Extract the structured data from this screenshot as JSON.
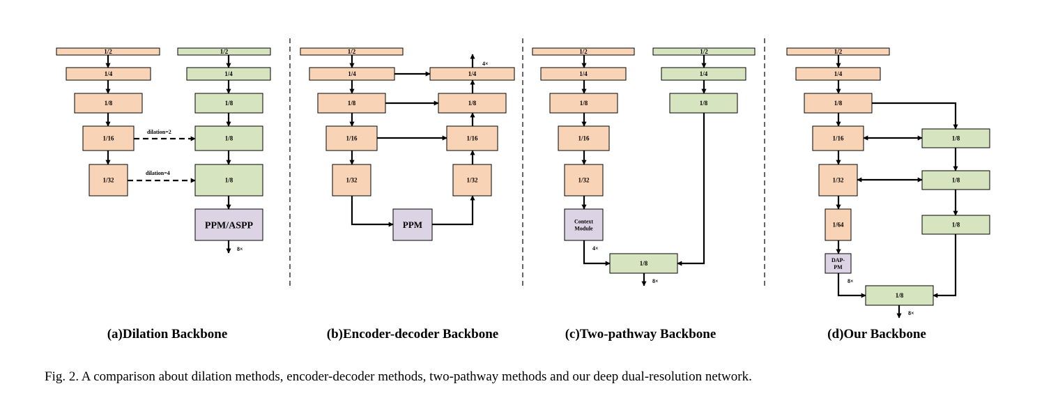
{
  "colors": {
    "orange": "#f9d3b5",
    "green": "#d6e4bf",
    "purple": "#dcd3e4",
    "stroke": "#000000"
  },
  "panels": {
    "a": {
      "title": "(a)Dilation Backbone",
      "left": [
        "1/2",
        "1/4",
        "1/8",
        "1/16",
        "1/32"
      ],
      "right": [
        "1/2",
        "1/4",
        "1/8",
        "1/8",
        "1/8"
      ],
      "head": "PPM/ASPP",
      "dilation1": "dilation=2",
      "dilation2": "dilation=4",
      "upsample": "8×"
    },
    "b": {
      "title": "(b)Encoder-decoder Backbone",
      "left": [
        "1/2",
        "1/4",
        "1/8",
        "1/16",
        "1/32"
      ],
      "right": [
        "1/4",
        "1/8",
        "1/16",
        "1/32"
      ],
      "head": "PPM",
      "upsample": "4×"
    },
    "c": {
      "title": "(c)Two-pathway Backbone",
      "left": [
        "1/2",
        "1/4",
        "1/8",
        "1/16",
        "1/32"
      ],
      "right": [
        "1/2",
        "1/4",
        "1/8"
      ],
      "context": [
        "Context",
        "Module"
      ],
      "merge": "1/8",
      "upsample_ctx": "4×",
      "upsample": "8×"
    },
    "d": {
      "title": "(d)Our Backbone",
      "left": [
        "1/2",
        "1/4",
        "1/8",
        "1/16",
        "1/32",
        "1/64"
      ],
      "right": [
        "1/8",
        "1/8",
        "1/8"
      ],
      "head": [
        "DAP-",
        "PM"
      ],
      "merge": "1/8",
      "upsample_head": "8×",
      "upsample": "8×"
    }
  },
  "caption": "Fig. 2.  A comparison about dilation methods, encoder-decoder methods, two-pathway methods and our deep dual-resolution network."
}
